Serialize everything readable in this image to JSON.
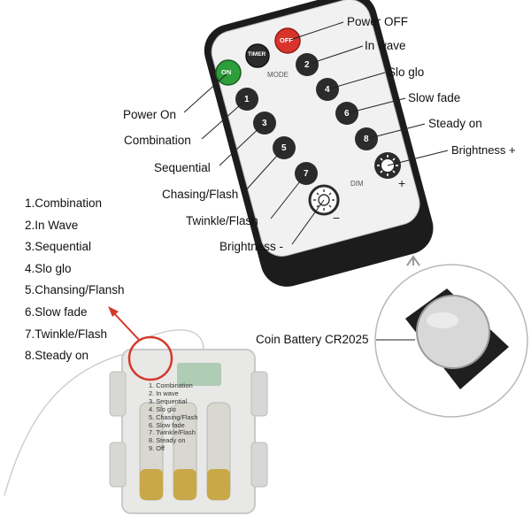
{
  "remote": {
    "buttons": {
      "on": "ON",
      "timer": "TIMER",
      "off": "OFF",
      "b1": "1",
      "b2": "2",
      "b3": "3",
      "b4": "4",
      "b5": "5",
      "b6": "6",
      "b7": "7",
      "b8": "8",
      "minus": "−",
      "plus": "+"
    },
    "mode_text": "MODE",
    "dim_text": "DIM"
  },
  "callouts": {
    "power_off": "Power OFF",
    "in_wave": "In wave",
    "slo_glo": "Slo glo",
    "slow_fade": "Slow fade",
    "steady_on": "Steady on",
    "brightness_plus": "Brightness +",
    "power_on": "Power On",
    "combination": "Combination",
    "sequential": "Sequential",
    "chasing_flash": "Chasing/Flash",
    "twinkle_flash": "Twinkle/Flash",
    "brightness_minus": "Brightness -"
  },
  "mode_list": [
    "1.Combination",
    "2.In Wave",
    "3.Sequential",
    "4.Slo glo",
    "5.Chansing/Flansh",
    "6.Slow fade",
    "7.Twinkle/Flash",
    "8.Steady on"
  ],
  "battery_label": "Coin Battery CR2025",
  "battery_box_list": [
    "1. Combination",
    "2. In wave",
    "3. Sequential",
    "4. Slo glo",
    "5. Chasing/Flash",
    "6. Slow fade",
    "7. Twinkle/Flash",
    "8. Steady on",
    "9. Off"
  ],
  "colors": {
    "on_button": "#2e9e3a",
    "off_button": "#d9342b",
    "dark_button": "#2b2b2b",
    "highlight_ring": "#d33a2c"
  }
}
